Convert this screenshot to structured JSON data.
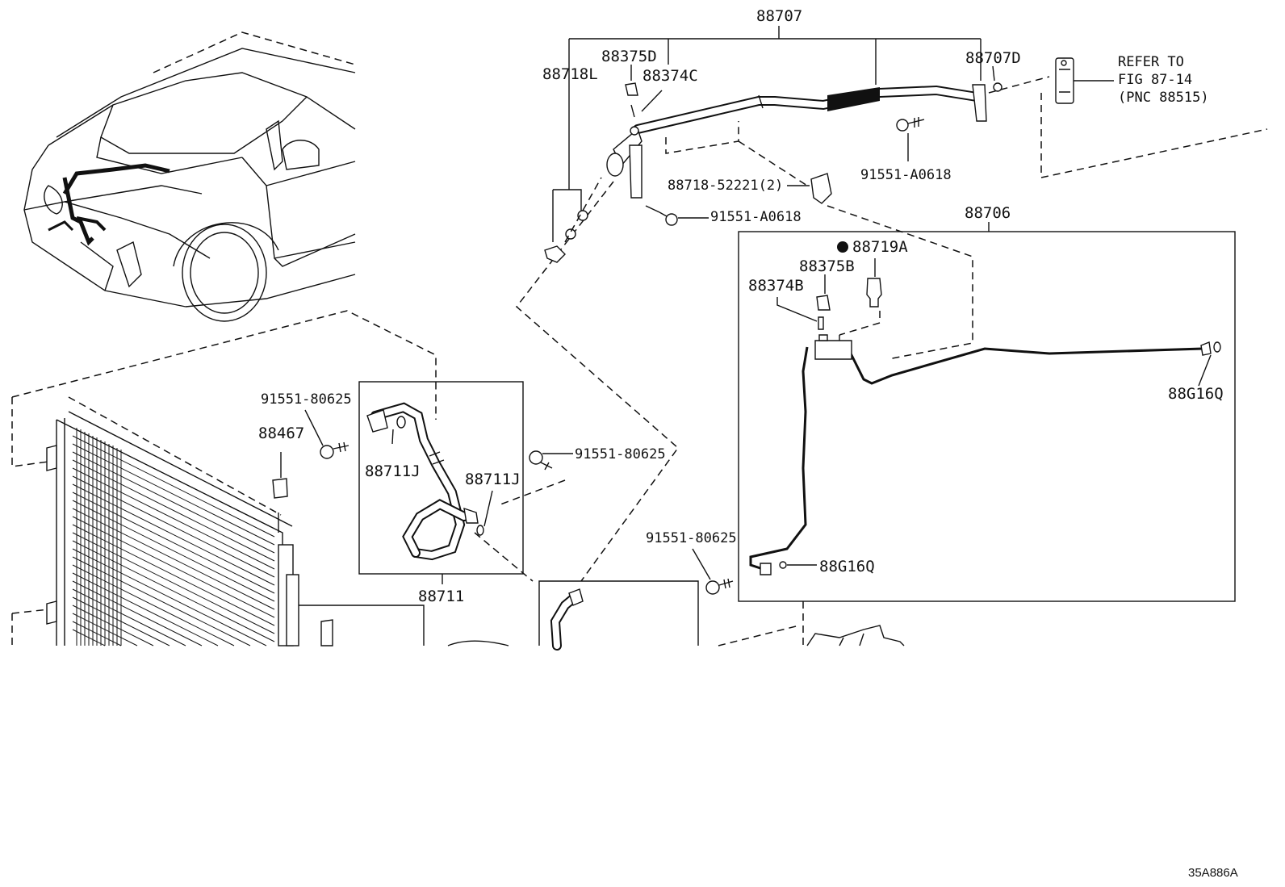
{
  "labels": {
    "p88707": "88707",
    "p88375D": "88375D",
    "p88374C": "88374C",
    "p88718L": "88718L",
    "p88707D": "88707D",
    "refer1": "REFER TO",
    "refer2": "FIG 87-14",
    "refer3": "(PNC 88515)",
    "p91551A0618a": "91551-A0618",
    "p8871852221": "88718-52221(2)",
    "p91551A0618b": "91551-A0618",
    "p88706": "88706",
    "p88719A": "88719A",
    "p88375B": "88375B",
    "p88374B": "88374B",
    "p88G16Qa": "88G16Q",
    "p88G16Qb": "88G16Q",
    "p9155180625a": "91551-80625",
    "p88467": "88467",
    "p88711Ja": "88711J",
    "p88711Jb": "88711J",
    "p9155180625b": "91551-80625",
    "p88711": "88711",
    "p9155180625c": "91551-80625",
    "code": "35A886A"
  }
}
